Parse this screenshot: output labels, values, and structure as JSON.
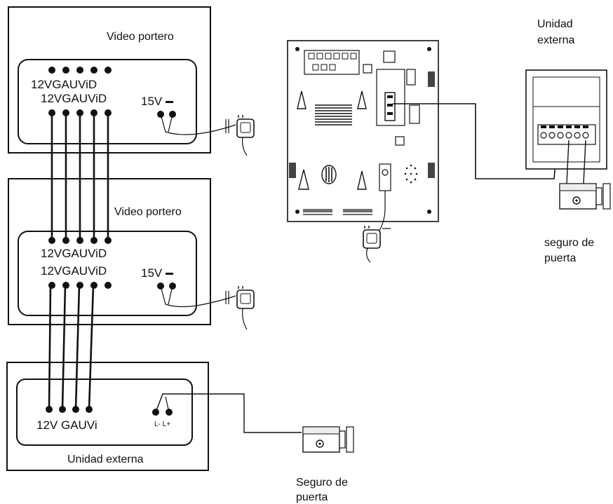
{
  "monitor_top": {
    "title": "Video portero",
    "pins_row1": "12VGAUViD",
    "pins_row2": "12VGAUViD",
    "power_label": "15V"
  },
  "monitor_bottom": {
    "title": "Video portero",
    "pins_row1": "12VGAUViD",
    "pins_row2": "12VGAUViD",
    "power_label": "15V"
  },
  "outdoor_unit_left": {
    "title": "Unidad externa",
    "pins": "12V GAUVi",
    "lock_terminals": "L- L+"
  },
  "outdoor_unit_right": {
    "title_line1": "Unidad",
    "title_line2": "externa"
  },
  "door_lock_right": {
    "label_line1": "seguro de",
    "label_line2": "puerta"
  },
  "door_lock_bottom": {
    "label_line1": "Seguro de",
    "label_line2": "puerta"
  }
}
